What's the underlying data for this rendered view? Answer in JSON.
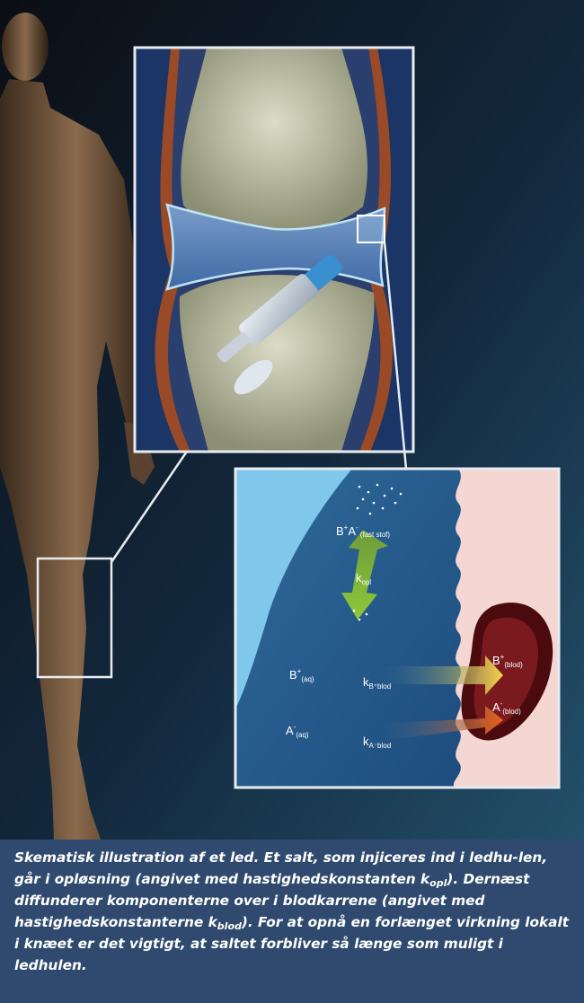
{
  "labels": {
    "b_plus": "B",
    "b_plus_sup": "+",
    "a_minus": "A",
    "a_minus_sup": "-",
    "fast_stof": "(fast stof)",
    "k_opl": "k",
    "k_opl_sub": "opl",
    "b_aq": "B",
    "b_aq_sup": "+",
    "b_aq_sub": "(aq)",
    "k_b_blod": "k",
    "k_b_blod_sub": "B⁺blod",
    "a_aq": "A",
    "a_aq_sup": "-",
    "a_aq_sub": "(aq)",
    "k_a_blod": "k",
    "k_a_blod_sub": "A⁻blod",
    "b_blod": "B",
    "b_blod_sup": "+",
    "b_blod_sub": "(blod)",
    "a_blod": "A",
    "a_blod_sup": "-",
    "a_blod_sub": "(blod)"
  },
  "caption": {
    "part1": "Skematisk illustration af et led. Et salt, som injiceres ind i ledhu-len, går i opløsning (angivet med hastighedskonstanten k",
    "sub1": "opl",
    "part2": "). Dernæst diffunderer komponenterne over i blodkarrene (angivet med hastighedskonstanterne k",
    "sub2": "blod",
    "part3": "). For at opnå en forlænget virkning lokalt i knæet er det vigtigt, at saltet forbliver så længe som muligt i ledhulen."
  }
}
